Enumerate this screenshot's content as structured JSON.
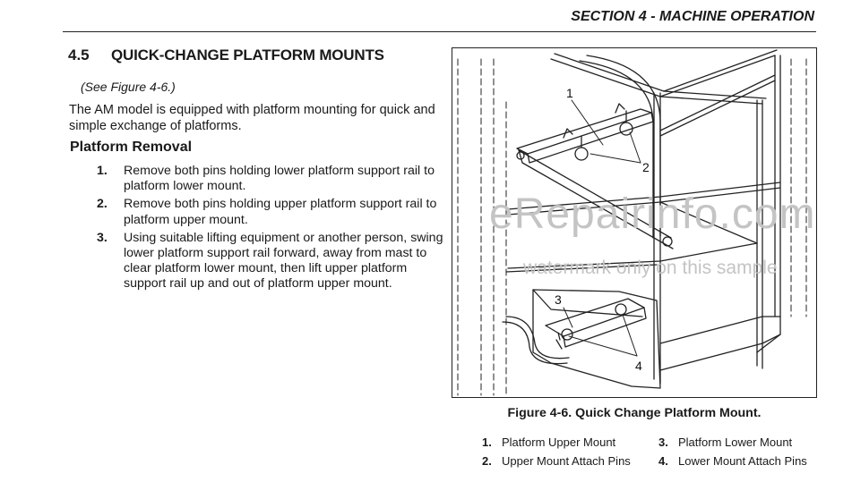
{
  "header": {
    "section": "SECTION 4 - MACHINE OPERATION"
  },
  "section": {
    "number": "4.5",
    "title": "QUICK-CHANGE PLATFORM MOUNTS"
  },
  "see_figure": "(See Figure 4-6.)",
  "intro": "The AM model is equipped with platform mounting for quick and simple exchange of platforms.",
  "subheading": "Platform Removal",
  "steps": [
    {
      "num": "1.",
      "text": "Remove both pins holding lower platform support rail to platform lower mount."
    },
    {
      "num": "2.",
      "text": "Remove both pins holding upper platform support rail to platform upper mount."
    },
    {
      "num": "3.",
      "text": "Using suitable lifting equipment or another person, swing lower platform support rail forward, away from mast to clear platform lower mount, then lift upper platform support rail up and out of platform upper mount."
    }
  ],
  "figure": {
    "callouts": [
      "1",
      "2",
      "3",
      "4"
    ],
    "caption": "Figure 4-6. Quick Change Platform Mount.",
    "legend": [
      {
        "num": "1.",
        "label": "Platform Upper Mount"
      },
      {
        "num": "2.",
        "label": "Upper Mount Attach Pins"
      },
      {
        "num": "3.",
        "label": "Platform Lower Mount"
      },
      {
        "num": "4.",
        "label": "Lower Mount Attach Pins"
      }
    ]
  },
  "watermark": {
    "main": "eRepairinfo.com",
    "sub": "watermark only on this sample"
  }
}
